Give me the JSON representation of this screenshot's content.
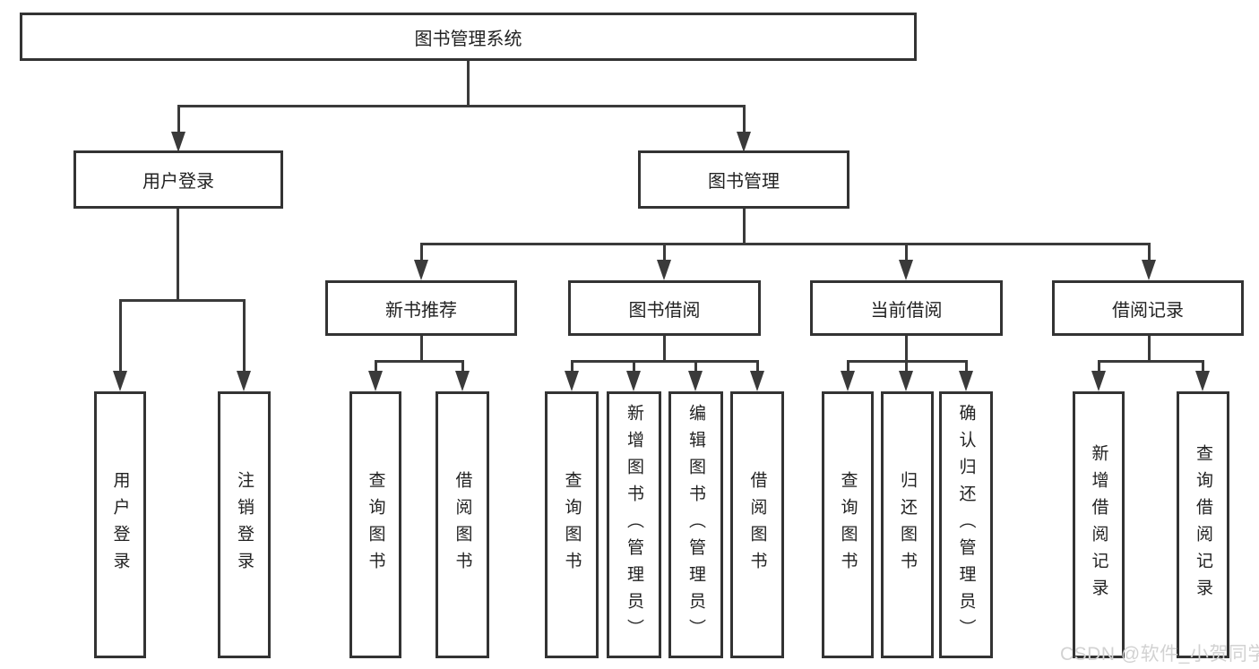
{
  "diagram": {
    "root": {
      "label": "图书管理系统"
    },
    "level2": [
      {
        "id": "user-login",
        "label": "用户登录"
      },
      {
        "id": "book-management",
        "label": "图书管理"
      }
    ],
    "level3": [
      {
        "id": "new-book-recommend",
        "label": "新书推荐",
        "parent": "book-management"
      },
      {
        "id": "book-borrowing",
        "label": "图书借阅",
        "parent": "book-management"
      },
      {
        "id": "current-borrowing",
        "label": "当前借阅",
        "parent": "book-management"
      },
      {
        "id": "borrowing-records",
        "label": "借阅记录",
        "parent": "book-management"
      }
    ],
    "level4": [
      {
        "parent": "user-login",
        "label": "用户登录"
      },
      {
        "parent": "user-login",
        "label": "注销登录"
      },
      {
        "parent": "new-book-recommend",
        "label": "查询图书"
      },
      {
        "parent": "new-book-recommend",
        "label": "借阅图书"
      },
      {
        "parent": "book-borrowing",
        "label": "查询图书"
      },
      {
        "parent": "book-borrowing",
        "label": "新增图书（管理员）"
      },
      {
        "parent": "book-borrowing",
        "label": "编辑图书（管理员）"
      },
      {
        "parent": "book-borrowing",
        "label": "借阅图书"
      },
      {
        "parent": "current-borrowing",
        "label": "查询图书"
      },
      {
        "parent": "current-borrowing",
        "label": "归还图书"
      },
      {
        "parent": "current-borrowing",
        "label": "确认归还（管理员）"
      },
      {
        "parent": "borrowing-records",
        "label": "新增借阅记录"
      },
      {
        "parent": "borrowing-records",
        "label": "查询借阅记录"
      }
    ]
  },
  "watermark": {
    "text": "CSDN @软件_小贺同学",
    "color": "#d2d2d2"
  },
  "colors": {
    "background": "#ffffff",
    "box_border": "#333333",
    "connector_line": "#3a3a3a",
    "text": "#222222"
  }
}
